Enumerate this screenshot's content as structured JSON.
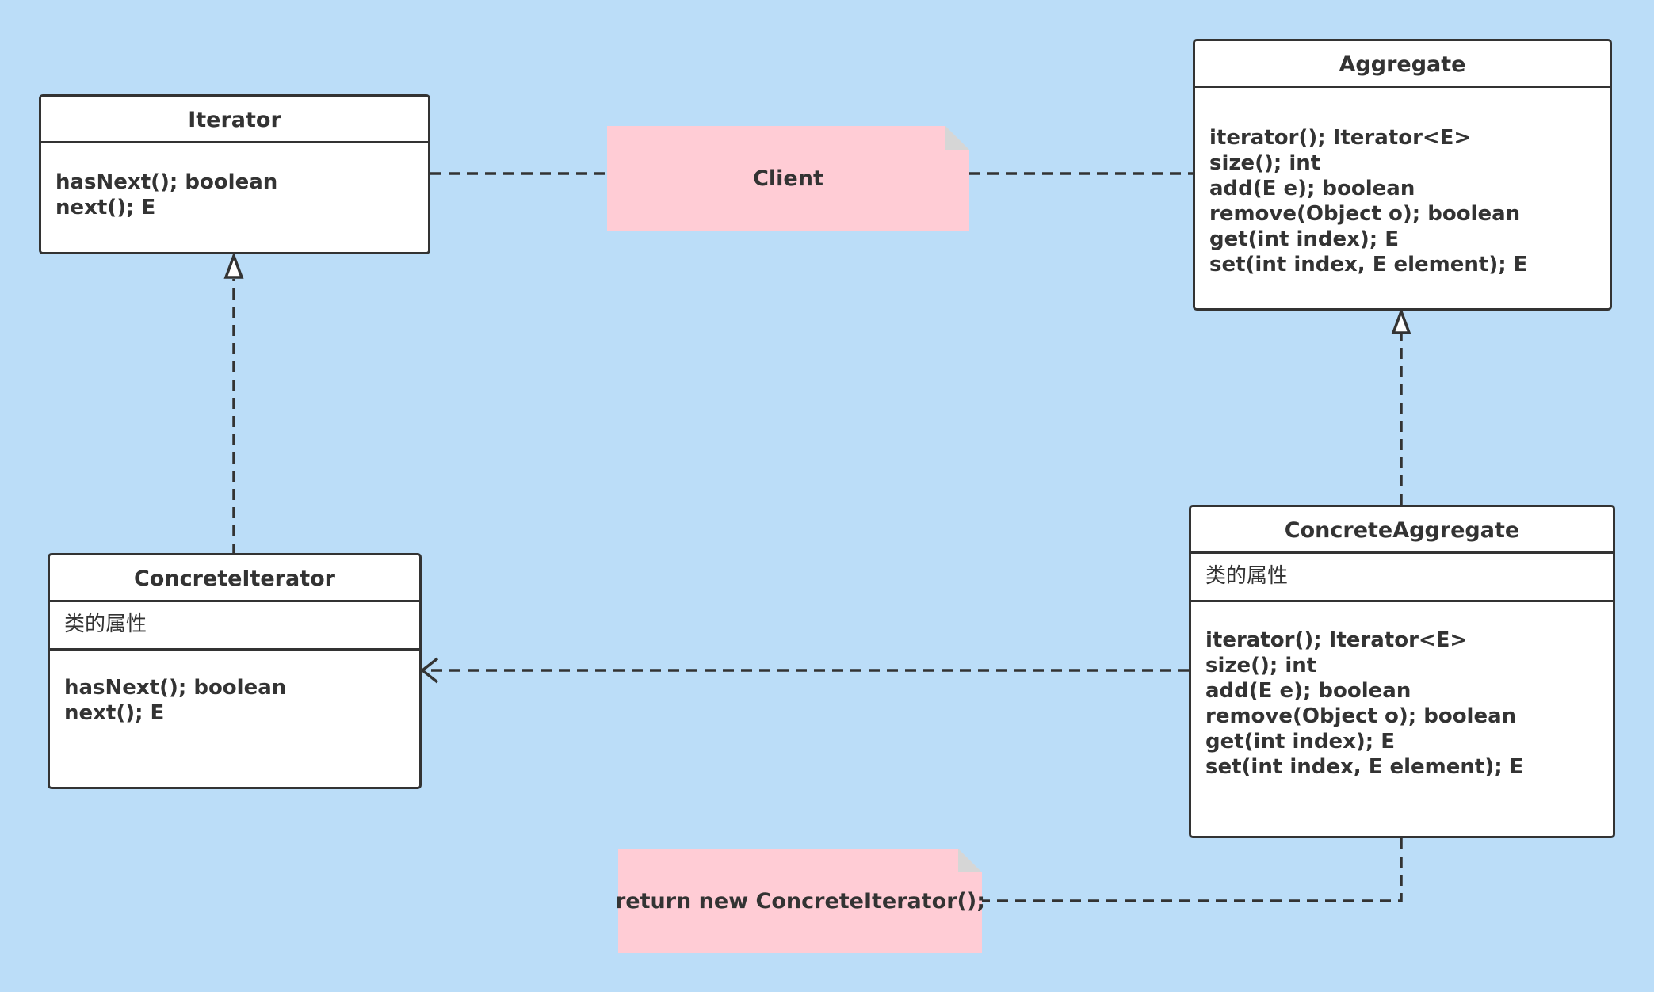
{
  "diagram": {
    "classes": {
      "iterator": {
        "title": "Iterator",
        "methods": [
          "hasNext(); boolean",
          "next(); E"
        ]
      },
      "aggregate": {
        "title": "Aggregate",
        "methods": [
          "iterator(); Iterator<E>",
          "size(); int",
          "add(E e); boolean",
          "remove(Object o); boolean",
          "get(int index); E",
          "set(int index, E element); E"
        ]
      },
      "concrete_iterator": {
        "title": "ConcreteIterator",
        "attributes": "类的属性",
        "methods": [
          "hasNext(); boolean",
          "next(); E"
        ]
      },
      "concrete_aggregate": {
        "title": "ConcreteAggregate",
        "attributes": "类的属性",
        "methods": [
          "iterator(); Iterator<E>",
          "size(); int",
          "add(E e); boolean",
          "remove(Object o); boolean",
          "get(int index); E",
          "set(int index, E element); E"
        ]
      }
    },
    "notes": {
      "client": "Client",
      "factory_method": "return new ConcreteIterator();"
    }
  },
  "colors": {
    "background": "#bbddf8",
    "box_fill": "#ffffff",
    "stroke": "#333333",
    "note_fill": "#ffccd5",
    "note_fold": "#d6d6d6"
  }
}
